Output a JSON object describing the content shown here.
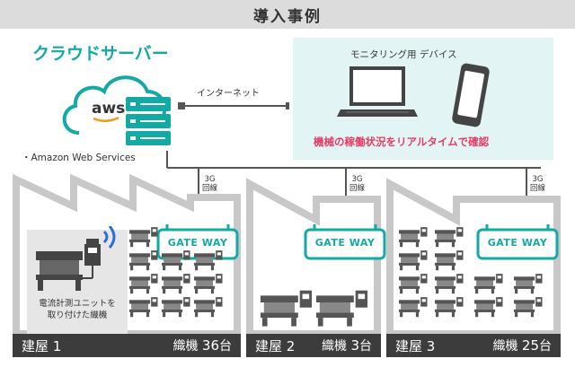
{
  "header": {
    "title": "導入事例"
  },
  "cloud": {
    "title": "クラウドサーバー",
    "logo_text": "aws",
    "note": "・Amazon Web Services"
  },
  "internet": {
    "label": "インターネット"
  },
  "monitoring": {
    "title": "モニタリング用 デバイス",
    "caption": "機械の稼働状況をリアルタイムで確認"
  },
  "gateway": {
    "label": "GATE WAY"
  },
  "network": {
    "line1": "3G",
    "line2": "回線"
  },
  "measuring_unit": {
    "label_line1": "電流計測ユニットを",
    "label_line2": "取り付けた織機"
  },
  "buildings": [
    {
      "name": "建屋 1",
      "machines_prefix": "織機 ",
      "count": "36",
      "unit": "台"
    },
    {
      "name": "建屋 2",
      "machines_prefix": "織機 ",
      "count": "3",
      "unit": "台"
    },
    {
      "name": "建屋 3",
      "machines_prefix": "織機 ",
      "count": "25",
      "unit": "台"
    }
  ],
  "colors": {
    "accent": "#13aaa5",
    "caption": "#e63b64",
    "panel": "#e2f4f3",
    "footer": "#3c3c3c"
  }
}
